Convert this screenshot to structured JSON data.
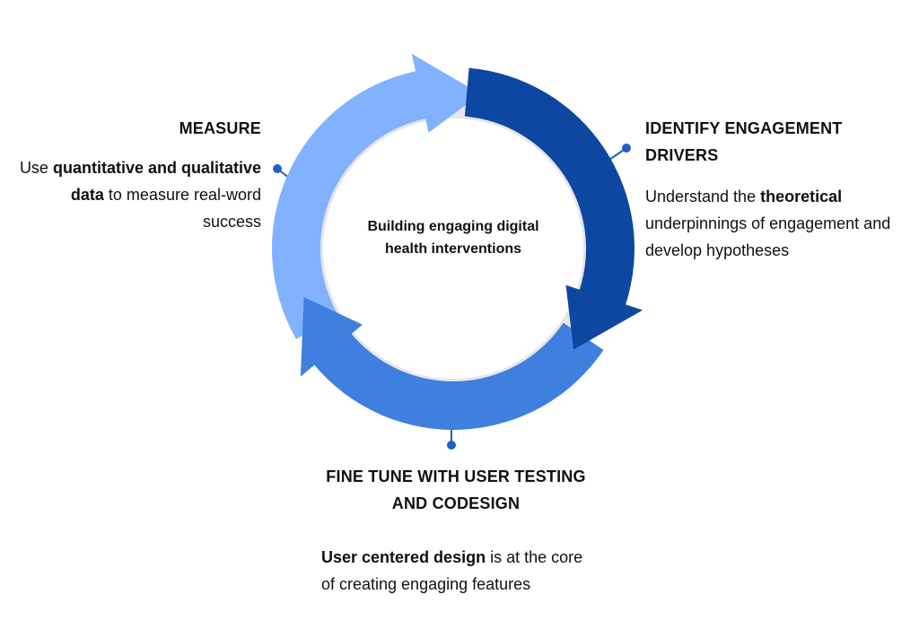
{
  "center": {
    "label": "Building engaging digital health interventions"
  },
  "stages": {
    "measure": {
      "title": "MEASURE",
      "desc_prefix": "Use ",
      "desc_bold": "quantitative and qualitative data",
      "desc_suffix": " to measure real-word success"
    },
    "identify": {
      "title": "IDENTIFY ENGAGEMENT DRIVERS",
      "desc_prefix": "Understand the ",
      "desc_bold": "theoretical",
      "desc_suffix": " underpinnings of engagement and develop hypotheses"
    },
    "finetune": {
      "title": "FINE TUNE WITH USER TESTING AND CODESIGN",
      "desc_prefix": "",
      "desc_bold": "User centered design",
      "desc_suffix": " is at the core of creating engaging features"
    }
  },
  "colors": {
    "identify_arc": "#0d47a1",
    "finetune_arc": "#3f7fe0",
    "measure_arc": "#82b1ff",
    "inner_ring": "#e6e6e6",
    "connector": "#1e5fc7"
  }
}
